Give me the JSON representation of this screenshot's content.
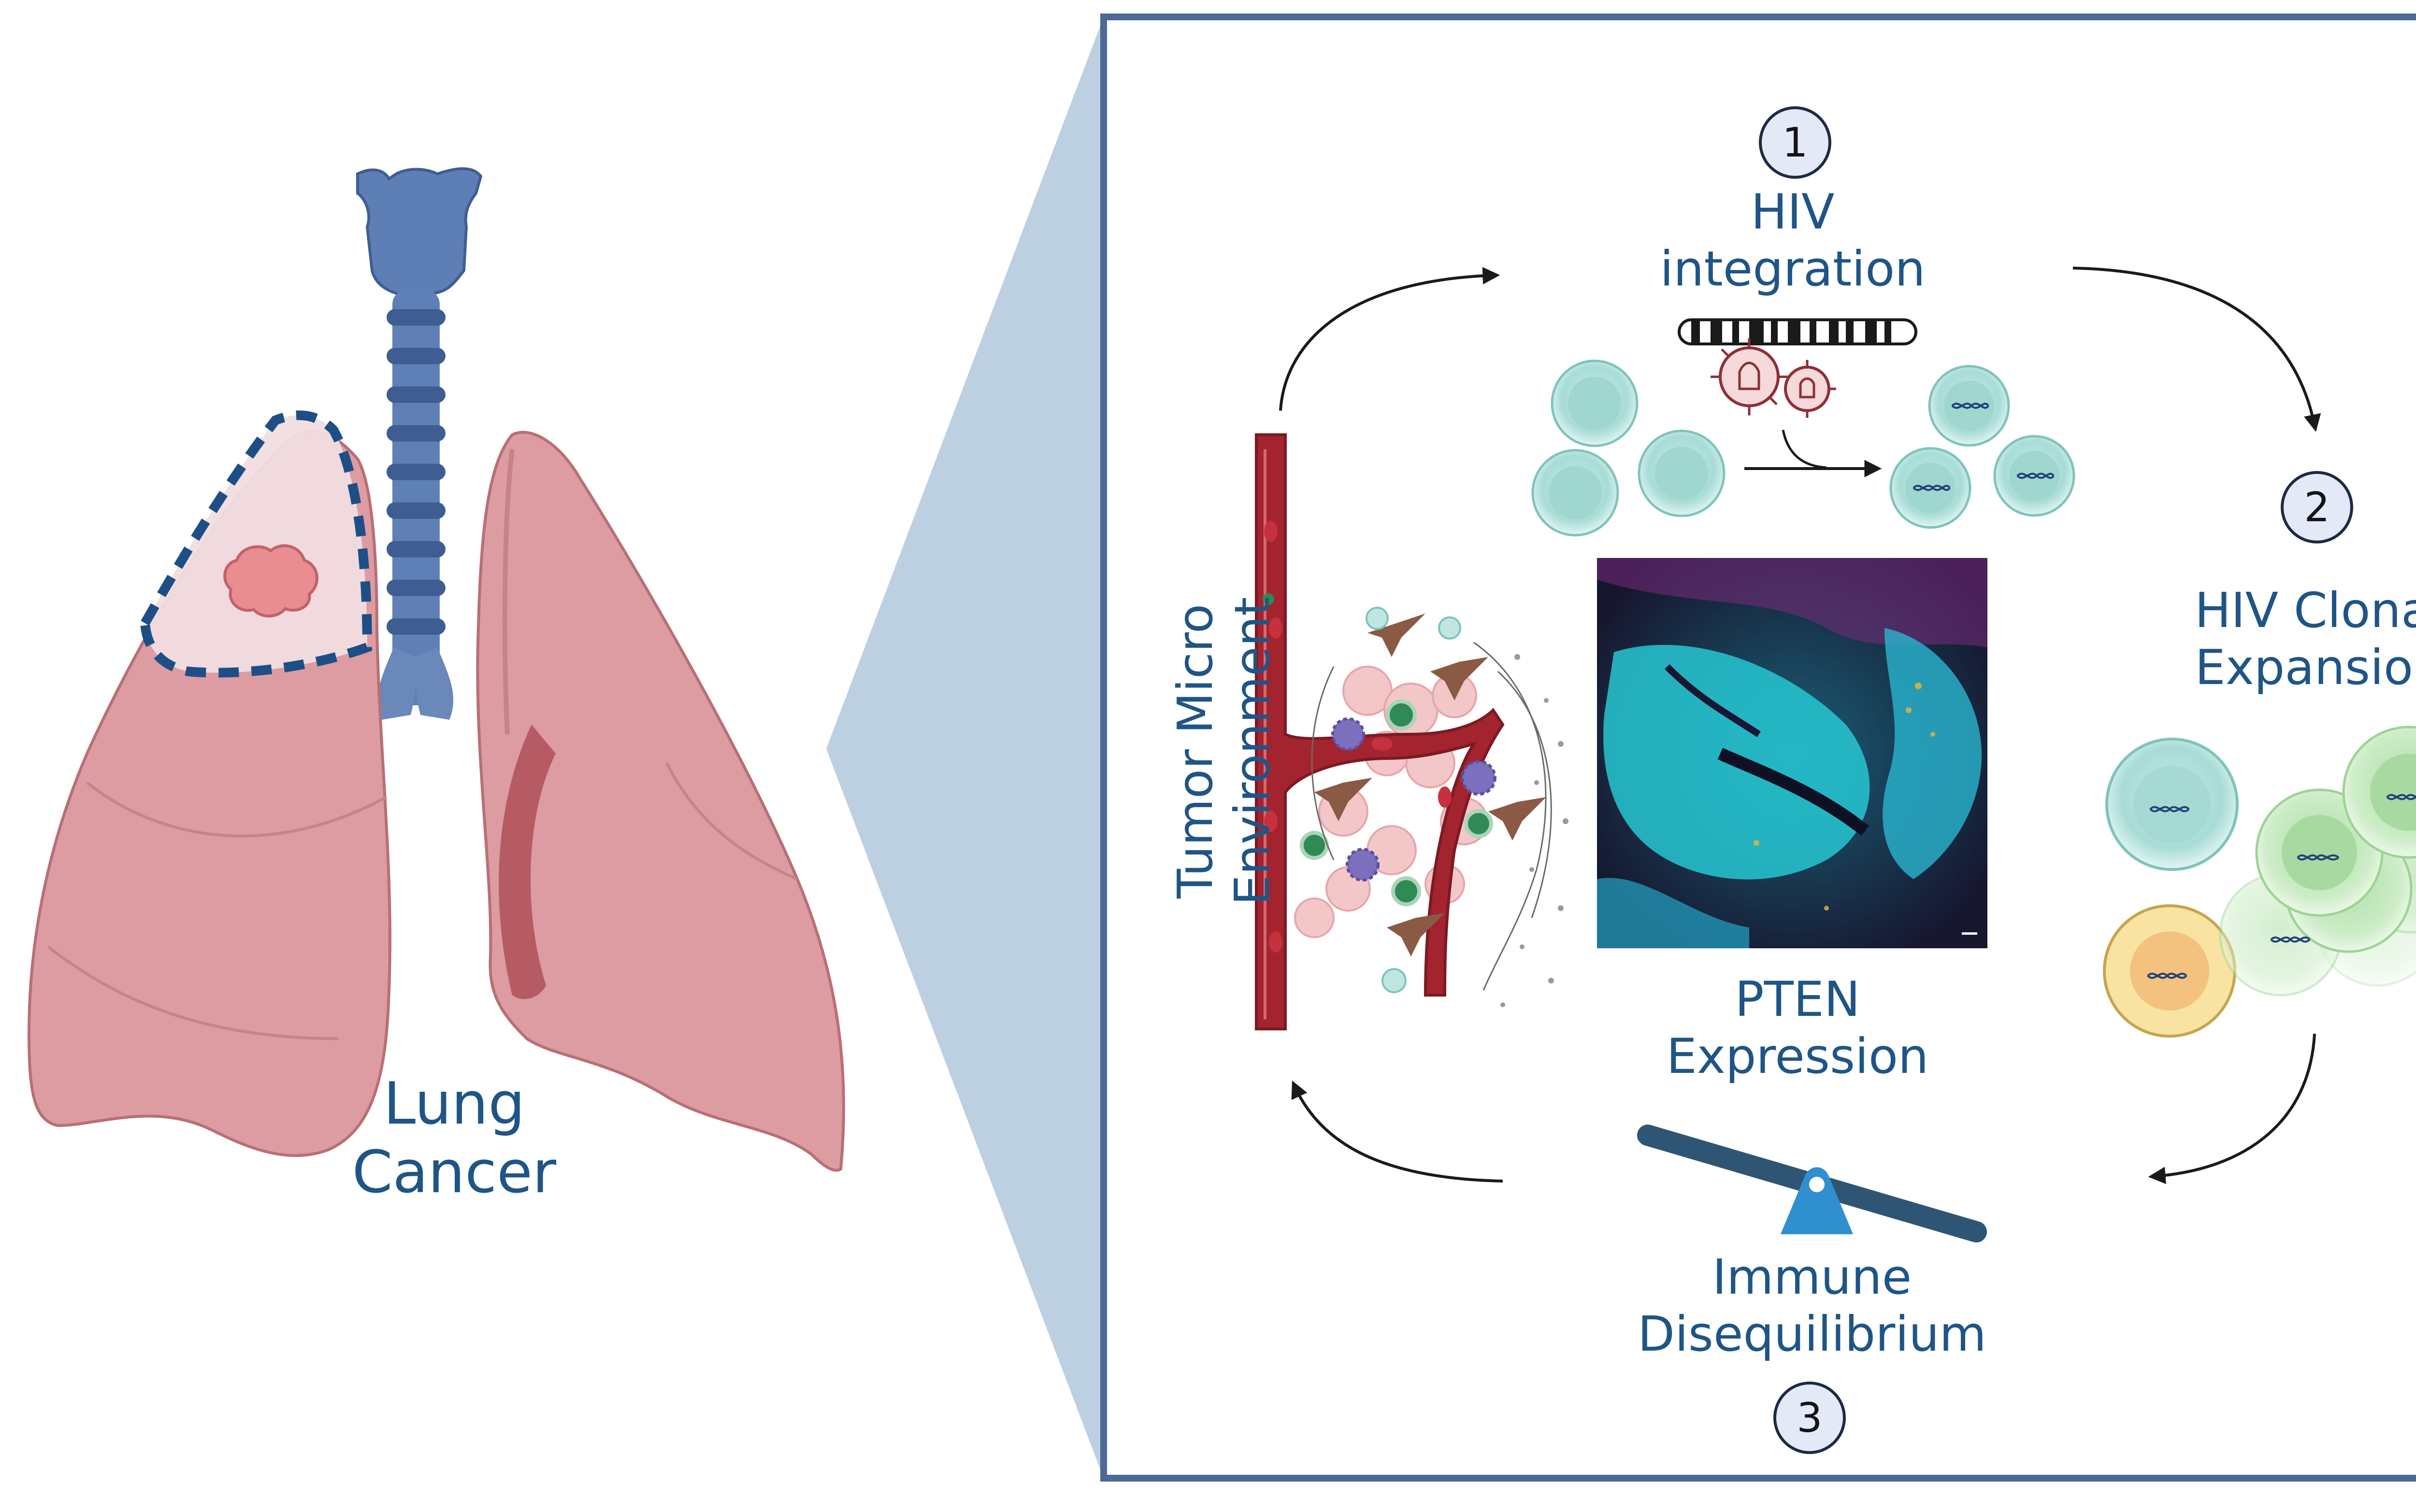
{
  "lung": {
    "label_line1": "Lung",
    "label_line2": "Cancer"
  },
  "cycle": {
    "step1": {
      "number": "1",
      "line1": "HIV",
      "line2": "integration"
    },
    "step2": {
      "number": "2",
      "line1": "HIV Clonal",
      "line2": "Expansion"
    },
    "step3": {
      "number": "3",
      "line1": "Immune",
      "line2": "Disequilibrium"
    },
    "center": {
      "line1": "PTEN",
      "line2": "Expression"
    },
    "tme": {
      "line1": "Tumor Micro",
      "line2": "Environment"
    }
  },
  "colors": {
    "label_blue": "#1f5586",
    "frame_blue": "#4b6a96",
    "zoom_wedge": "#bdd0e2",
    "lung_pink": "#dc9ca1",
    "trachea_blue": "#5e7fb6",
    "cell_teal": "#a9dcd7",
    "cell_green": "#b7e3b0",
    "cell_yellow": "#f7dc8c",
    "vessel_red": "#a3242e",
    "seesaw_blue": "#2f8fcf"
  }
}
